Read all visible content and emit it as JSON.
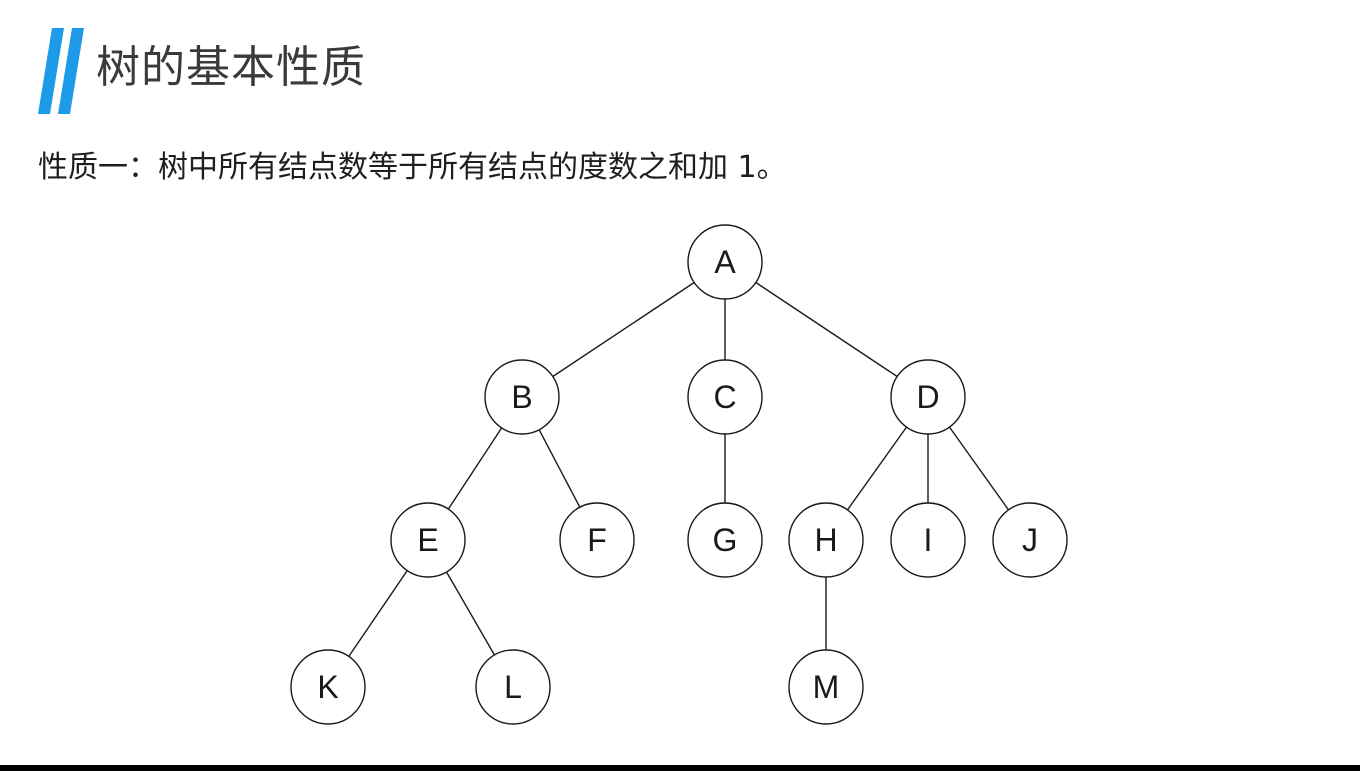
{
  "title": "树的基本性质",
  "property": "性质一：树中所有结点数等于所有结点的度数之和加 1。",
  "accent_color": "#1e9be8",
  "tree": {
    "nodes": [
      {
        "id": "A",
        "label": "A"
      },
      {
        "id": "B",
        "label": "B"
      },
      {
        "id": "C",
        "label": "C"
      },
      {
        "id": "D",
        "label": "D"
      },
      {
        "id": "E",
        "label": "E"
      },
      {
        "id": "F",
        "label": "F"
      },
      {
        "id": "G",
        "label": "G"
      },
      {
        "id": "H",
        "label": "H"
      },
      {
        "id": "I",
        "label": "I"
      },
      {
        "id": "J",
        "label": "J"
      },
      {
        "id": "K",
        "label": "K"
      },
      {
        "id": "L",
        "label": "L"
      },
      {
        "id": "M",
        "label": "M"
      }
    ],
    "edges": [
      [
        "A",
        "B"
      ],
      [
        "A",
        "C"
      ],
      [
        "A",
        "D"
      ],
      [
        "B",
        "E"
      ],
      [
        "B",
        "F"
      ],
      [
        "C",
        "G"
      ],
      [
        "D",
        "H"
      ],
      [
        "D",
        "I"
      ],
      [
        "D",
        "J"
      ],
      [
        "E",
        "K"
      ],
      [
        "E",
        "L"
      ],
      [
        "H",
        "M"
      ]
    ]
  }
}
